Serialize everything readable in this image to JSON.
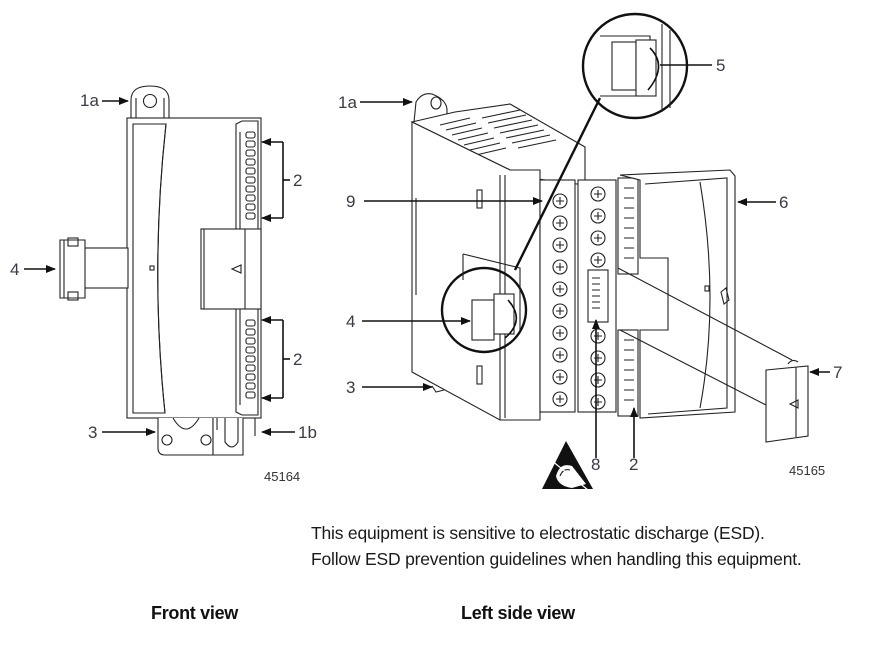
{
  "front_view": {
    "caption": "Front view",
    "figure_number": "45164",
    "callouts": {
      "c1a": "1a",
      "c2_top": "2",
      "c2_bottom": "2",
      "c4": "4",
      "c3": "3",
      "c1b": "1b"
    }
  },
  "left_side_view": {
    "caption": "Left side view",
    "figure_number": "45165",
    "callouts": {
      "c1a": "1a",
      "c9": "9",
      "c4": "4",
      "c3": "3",
      "c5": "5",
      "c6": "6",
      "c7": "7",
      "c8": "8",
      "c2": "2"
    }
  },
  "esd_notice": {
    "line1": "This equipment is sensitive to electrostatic discharge (ESD).",
    "line2": "Follow ESD prevention guidelines when handling this equipment.",
    "icon": "esd-warning-icon"
  }
}
